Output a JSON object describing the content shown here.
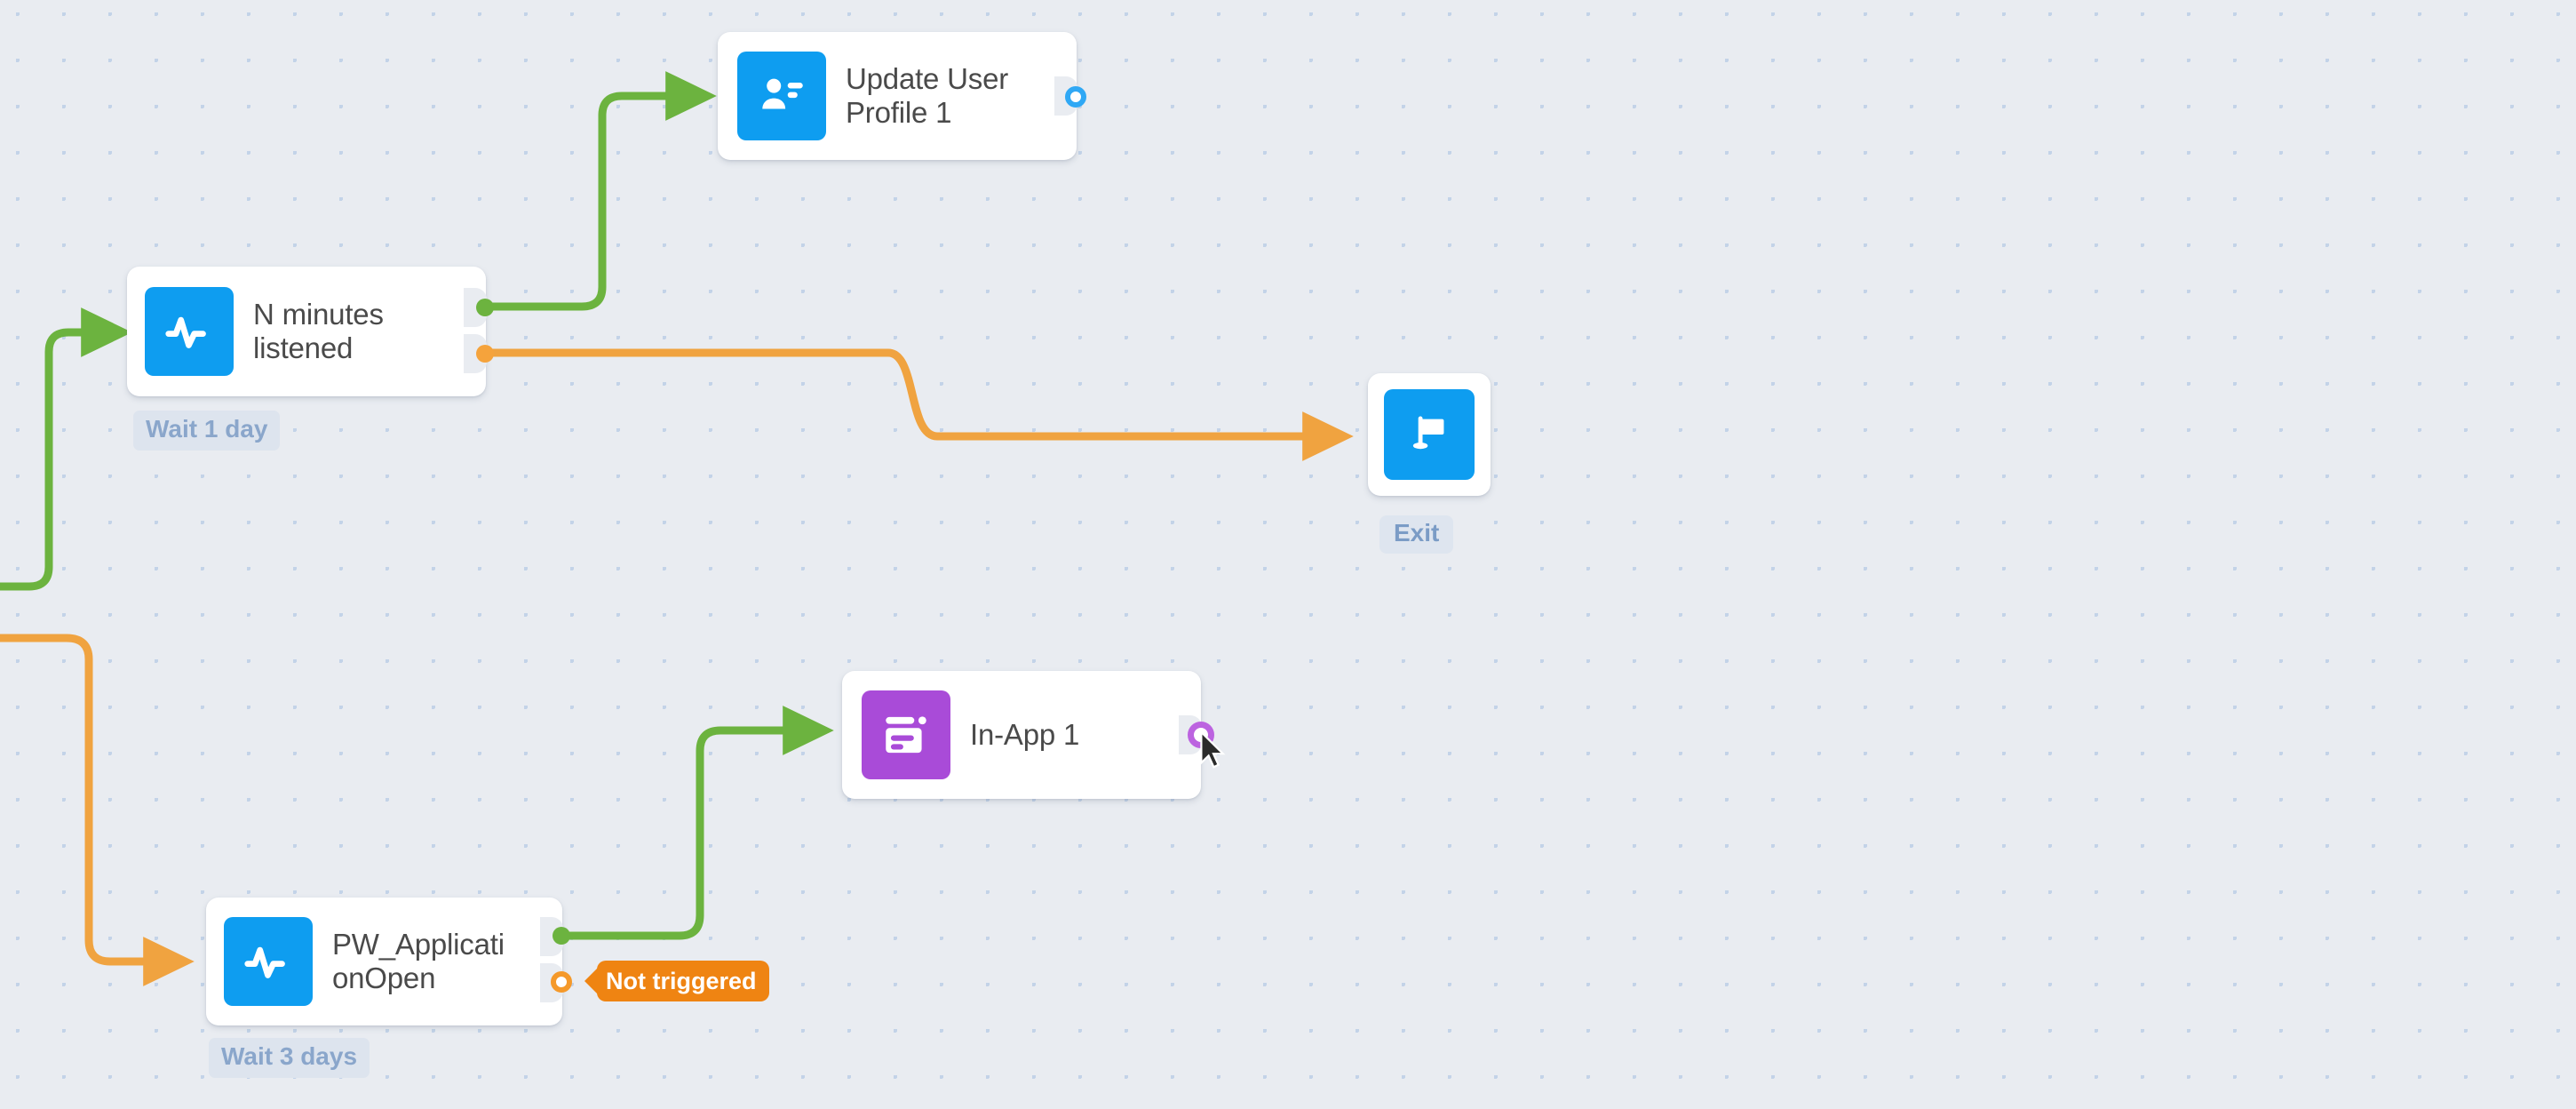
{
  "canvas": {
    "background_color": "#e9ecf1",
    "grid_dot_color": "#c3d3e8"
  },
  "nodes": [
    {
      "id": "update-user-profile-1",
      "label": "Update User\nProfile 1",
      "icon": "user-card-icon",
      "icon_color": "#0e9df0",
      "ports": [
        {
          "name": "output-port",
          "style": "ring",
          "color": "#2fa8f5"
        }
      ]
    },
    {
      "id": "n-minutes-listened",
      "label": "N minutes\nlistened",
      "icon": "activity-pulse-icon",
      "icon_color": "#0e9df0",
      "wait_badge": "Wait 1 day",
      "ports": [
        {
          "name": "output-port-true",
          "style": "filled",
          "color": "#6cb33f"
        },
        {
          "name": "output-port-false",
          "style": "filled",
          "color": "#f5a33c"
        }
      ]
    },
    {
      "id": "exit",
      "label": "",
      "icon": "flag-icon",
      "icon_color": "#0e9df0",
      "caption": "Exit",
      "ports": []
    },
    {
      "id": "in-app-1",
      "label": "In-App 1",
      "icon": "in-app-window-icon",
      "icon_color": "#a94bd8",
      "ports": [
        {
          "name": "output-port",
          "style": "ring",
          "color": "#bc63e0"
        }
      ]
    },
    {
      "id": "pw-application-open",
      "label": "PW_Applicati\nonOpen",
      "icon": "activity-pulse-icon",
      "icon_color": "#0e9df0",
      "wait_badge": "Wait 3 days",
      "status_tag": "Not triggered",
      "ports": [
        {
          "name": "output-port-true",
          "style": "filled",
          "color": "#6cb33f"
        },
        {
          "name": "output-port-false",
          "style": "ring",
          "color": "#f5992a"
        }
      ]
    }
  ],
  "edges": [
    {
      "name": "edge-incoming-to-n-minutes",
      "color": "#6cb33f",
      "arrow": true
    },
    {
      "name": "edge-n-minutes-true-to-update-user-profile",
      "color": "#6cb33f",
      "arrow": true
    },
    {
      "name": "edge-n-minutes-false-to-exit",
      "color": "#f0a340",
      "arrow": true
    },
    {
      "name": "edge-incoming-to-pw-application-open",
      "color": "#f0a340",
      "arrow": true
    },
    {
      "name": "edge-pw-true-to-in-app",
      "color": "#6cb33f",
      "arrow": true
    }
  ],
  "colors": {
    "green": "#6cb33f",
    "orange": "#f0a340",
    "orange_tag": "#ef8412",
    "blue": "#0e9df0",
    "purple": "#a94bd8",
    "badge_bg": "#dde4ee",
    "badge_text": "#8aa6cb"
  },
  "cursor": {
    "name": "mouse-pointer",
    "visible": true
  }
}
